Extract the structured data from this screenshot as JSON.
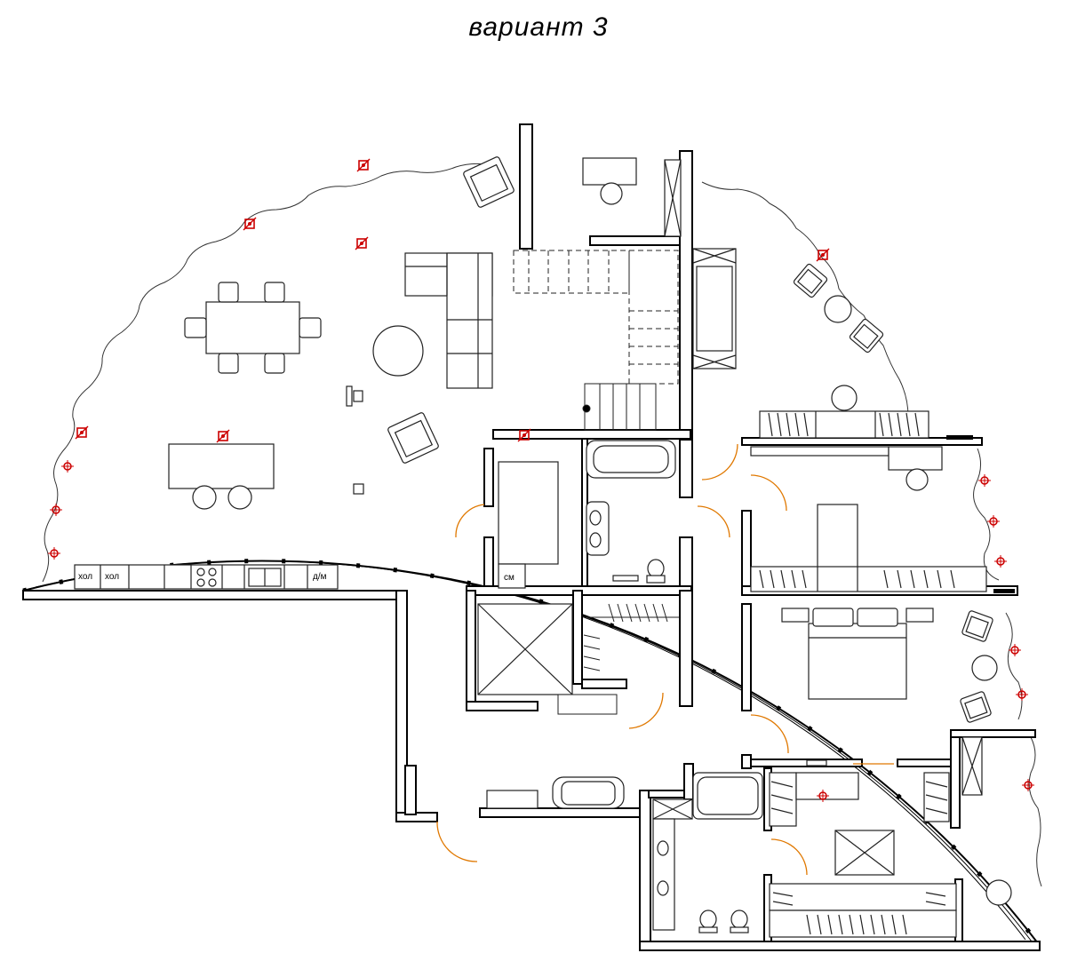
{
  "title": "вариант 3",
  "colors": {
    "wall": "#000000",
    "line": "#222222",
    "door_swing": "#e07800",
    "fixture": "#cc0000",
    "background": "#ffffff"
  },
  "labels": {
    "fridge_1": "хол",
    "fridge_2": "хол",
    "dishwasher": "д/м",
    "washer": "см"
  }
}
